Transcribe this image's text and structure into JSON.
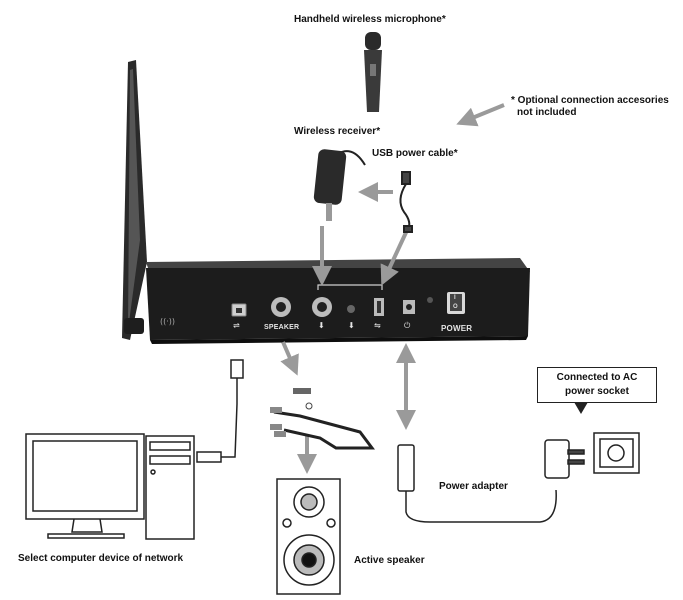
{
  "labels": {
    "microphone": "Handheld wireless microphone*",
    "optional_line1": "* Optional connection accesories",
    "optional_line2": "not included",
    "receiver": "Wireless receiver*",
    "usb_cable": "USB power cable*",
    "ac_line1": "Connected to AC",
    "ac_line2": "power socket",
    "power_adapter": "Power adapter",
    "active_speaker": "Active speaker",
    "computer": "Select computer device of network"
  },
  "device_panel": {
    "speaker_port": "SPEAKER",
    "power_button": "POWER",
    "power_switch_on": "I",
    "power_switch_off": "O"
  },
  "icons": [
    "antenna-icon",
    "usb-b-icon",
    "mic-jack-icon",
    "usb-a-icon",
    "dc-power-icon",
    "power-switch-icon",
    "wifi-waves-icon"
  ],
  "colors": {
    "device": "#1c1c1c",
    "arrow": "#9a9a9a",
    "line": "#222222"
  }
}
